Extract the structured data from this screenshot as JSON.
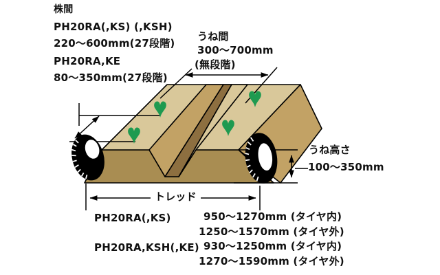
{
  "colors": {
    "bed_top": "#d9c89a",
    "slope": "#c2a265",
    "front_face": "#a98d52",
    "furrow_bottom": "#8d6f40",
    "plant_green": "#1e9a50",
    "line": "#000000"
  },
  "plant_spacing": {
    "heading": "株間",
    "entries": [
      {
        "model": "PH20RA(,KS) (,KSH)",
        "range": "220〜600mm(27段階)"
      },
      {
        "model": "PH20RA,KE",
        "range": "80〜350mm(27段階)"
      }
    ]
  },
  "ridge_spacing": {
    "heading": "うね間",
    "range": "300〜700mm",
    "note": "(無段階)"
  },
  "ridge_height": {
    "heading": "うね高さ",
    "range": "100〜350mm"
  },
  "tread": {
    "heading": "トレッド",
    "entries": [
      {
        "model": "PH20RA(,KS)",
        "inner": "950〜1270mm (タイヤ内)",
        "outer": "1250〜1570mm (タイヤ外)"
      },
      {
        "model": "PH20RA,KSH(,KE)",
        "inner": "930〜1250mm (タイヤ内)",
        "outer": "1270〜1590mm (タイヤ外)"
      }
    ]
  }
}
